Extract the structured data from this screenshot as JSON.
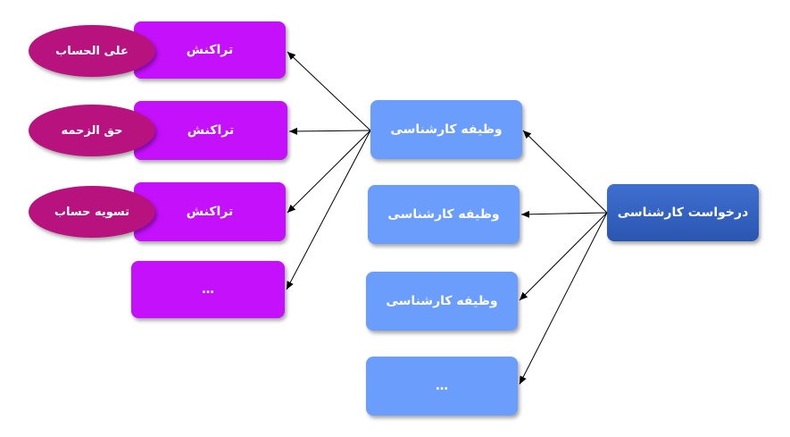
{
  "main_request": {
    "label": "درخواست کارشناسی"
  },
  "tasks": [
    {
      "label": "وظیفه کارشناسی"
    },
    {
      "label": "وظیفه کارشناسی"
    },
    {
      "label": "وظیفه کارشناسی"
    },
    {
      "label": "…"
    }
  ],
  "transactions": [
    {
      "label": "تراکنش"
    },
    {
      "label": "تراکنش"
    },
    {
      "label": "تراکنش"
    },
    {
      "label": "…"
    }
  ],
  "types": [
    {
      "label": "علی الحساب"
    },
    {
      "label": "حق الزحمه"
    },
    {
      "label": "تسویه حساب"
    }
  ],
  "colors": {
    "main": "#2a56b0",
    "task": "#6b9dfd",
    "transaction": "#c410fb",
    "type": "#b8127e",
    "arrow": "#000000"
  }
}
